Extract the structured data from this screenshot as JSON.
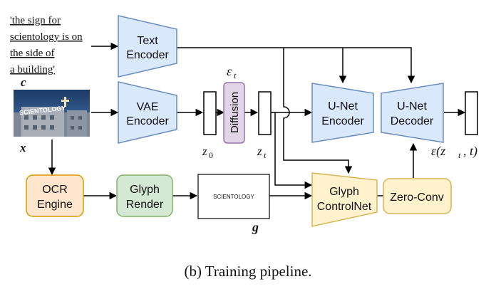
{
  "prompt": {
    "lines": [
      "'the sign for",
      "scientology is on",
      "the side of",
      "a building'"
    ],
    "var": "c"
  },
  "image": {
    "var": "x",
    "sign_text": "SCIENTOLOGY"
  },
  "nodes": {
    "text_encoder": [
      "Text",
      "Encoder"
    ],
    "vae_encoder": [
      "VAE",
      "Encoder"
    ],
    "diffusion": "Diffusion",
    "unet_encoder": [
      "U-Net",
      "Encoder"
    ],
    "unet_decoder": [
      "U-Net",
      "Decoder"
    ],
    "ocr_engine": [
      "OCR",
      "Engine"
    ],
    "glyph_render": [
      "Glyph",
      "Render"
    ],
    "glyph_image": "SCIENTOLOGY",
    "glyph_controlnet": [
      "Glyph",
      "ControlNet"
    ],
    "zero_conv": "Zero-Conv"
  },
  "math": {
    "eps_t": "ε",
    "eps_t_sub": "t",
    "z0": "z",
    "z0_sub": "0",
    "zt": "z",
    "zt_sub": "t",
    "g": "g",
    "output": "ε(z",
    "output_sub": "t",
    "output_tail": ", t)"
  },
  "caption": "(b) Training pipeline.",
  "colors": {
    "blue_fill": "#dae8fc",
    "blue_stroke": "#6c8ebf",
    "orange_fill": "#ffe6cc",
    "orange_stroke": "#d79b00",
    "green_fill": "#d5e8d4",
    "green_stroke": "#82b366",
    "yellow_fill": "#fff2cc",
    "yellow_stroke": "#d6b656",
    "purple_fill": "#e1d5e7",
    "purple_stroke": "#9673a6"
  }
}
